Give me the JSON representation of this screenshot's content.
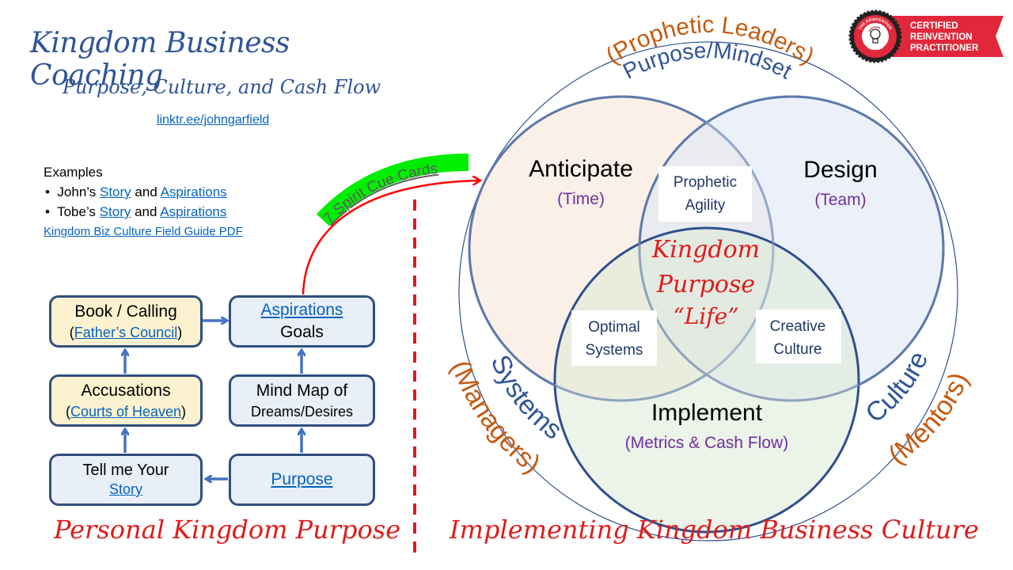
{
  "header": {
    "title": "Kingdom Business Coaching",
    "subtitle": "Purpose, Culture, and Cash Flow",
    "link": "linktr.ee/johngarfield"
  },
  "examples": {
    "heading": "Examples",
    "items": [
      {
        "bullet": "•",
        "name": "John’s",
        "link1": "Story",
        "joiner": "and",
        "link2": "Aspirations"
      },
      {
        "bullet": "•",
        "name": "Tobe’s",
        "link1": "Story",
        "joiner": "and",
        "link2": "Aspirations"
      }
    ],
    "guide_link": "Kingdom Biz Culture Field Guide PDF"
  },
  "flow": {
    "book": {
      "title": "Book / Calling",
      "open": "(",
      "link": "Father’s Council",
      "close": ")"
    },
    "accusations": {
      "title": "Accusations",
      "open": "(",
      "link": "Courts of Heaven",
      "close": ")"
    },
    "story": {
      "title": "Tell me Your",
      "link": "Story"
    },
    "aspirations": {
      "link": "Aspirations",
      "title": "Goals"
    },
    "mindmap": {
      "line1": "Mind Map of",
      "line2": "Dreams/Desires"
    },
    "purpose": {
      "link": "Purpose"
    },
    "colors": {
      "blue_fill": "#e9eff9",
      "yellow_fill": "#fdf2cf",
      "border": "#2f4f7f",
      "arrow": "#4472c4"
    }
  },
  "cue_cards": {
    "label": "7 Spirit Cue Cards",
    "highlight": "#00ff00",
    "arrow_color": "#ff0000"
  },
  "venn": {
    "outer_top": "Purpose/Mindset",
    "outer_top_role": "(Prophetic Leaders)",
    "outer_left": "Systems",
    "outer_left_role": "(Managers)",
    "outer_right": "Culture",
    "outer_right_role": "(Mentors)",
    "circles": [
      {
        "name": "Anticipate",
        "sub": "(Time)",
        "fill": "#fbeee6"
      },
      {
        "name": "Design",
        "sub": "(Team)",
        "fill": "#e7eef8"
      },
      {
        "name": "Implement",
        "sub": "(Metrics & Cash Flow)",
        "fill": "#eaf1e6"
      }
    ],
    "overlaps": {
      "top": [
        "Prophetic",
        "Agility"
      ],
      "left": [
        "Optimal",
        "Systems"
      ],
      "right": [
        "Creative",
        "Culture"
      ]
    },
    "center": [
      "Kingdom",
      "Purpose",
      "“Life”"
    ],
    "colors": {
      "outline": "#2f4f8f",
      "role": "#c55a11",
      "outer_label": "#2f5597",
      "sub": "#7030a0",
      "center": "#e01b1b"
    }
  },
  "footer": {
    "left": "Personal Kingdom Purpose",
    "right": "Implementing Kingdom Business Culture"
  },
  "badge": {
    "seal_top": "THE REINVENTION",
    "seal_bottom": "METHOD",
    "line1": "CERTIFIED",
    "line2": "REINVENTION",
    "line3": "PRACTITIONER",
    "color": "#e0283a"
  }
}
